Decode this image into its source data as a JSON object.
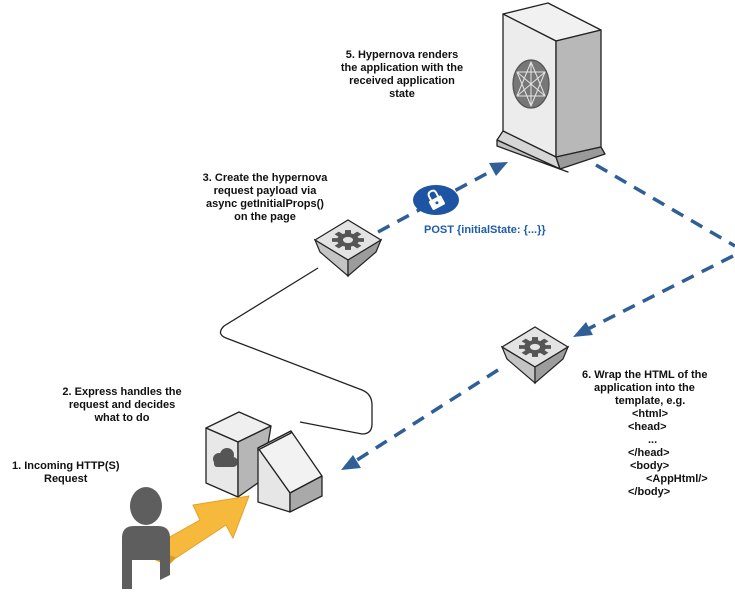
{
  "colors": {
    "arrow_dash": "#2f5f96",
    "post_text": "#1f5ca8",
    "lock_badge": "#1d55a3",
    "incoming_arrow": "#f6b93b",
    "person": "#5e5e5e",
    "device_light": "#e9e9e9",
    "device_mid": "#c9c9c9",
    "device_dark": "#8c8c8c",
    "outline": "#222222"
  },
  "steps": {
    "step1": [
      "1. Incoming HTTP(S)",
      "Request"
    ],
    "step2": [
      "2. Express handles the",
      "request and decides",
      "what to do"
    ],
    "step3": [
      "3. Create the hypernova",
      "request payload via",
      "async getInitialProps()",
      "on the page"
    ],
    "step5": [
      "5. Hypernova renders",
      "the application with the",
      "received application",
      "state"
    ],
    "step6": [
      "6. Wrap the HTML of the",
      "application into the",
      "template, e.g.",
      "<html>",
      "<head>",
      "...",
      "</head>",
      "<body>",
      "<AppHtml/>",
      "</body>"
    ]
  },
  "post_label": "POST {initialState: {...}}",
  "icons": {
    "person": "person-icon",
    "arrow": "incoming-arrow-icon",
    "server": "express-server-icon",
    "gear": "gear-icon",
    "lock": "lock-icon",
    "hypernova": "hypernova-server-icon"
  }
}
